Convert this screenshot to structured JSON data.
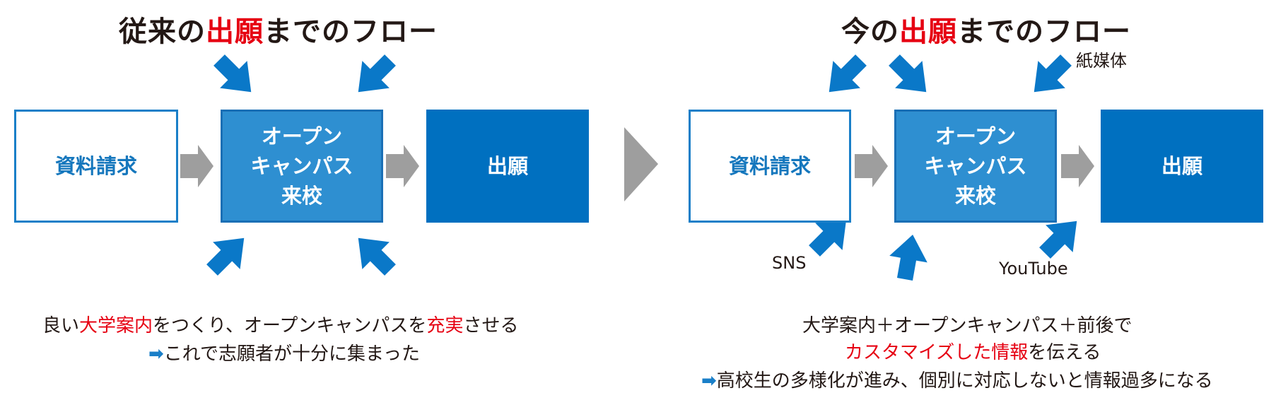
{
  "left": {
    "title_pre": "従来の",
    "title_highlight": "出願",
    "title_post": "までのフロー",
    "box1": "資料請求",
    "box2_line1": "オープン",
    "box2_line2": "キャンパス",
    "box2_line3": "来校",
    "box3": "出願",
    "caption_line1_pre": "良い",
    "caption_line1_red1": "大学案内",
    "caption_line1_mid": "をつくり、オープンキャンパスを",
    "caption_line1_red2": "充実",
    "caption_line1_post": "させる",
    "caption_line2_arrow": "➡",
    "caption_line2": "これで志願者が十分に集まった"
  },
  "right": {
    "title_pre": "今の",
    "title_highlight": "出願",
    "title_post": "までのフロー",
    "box1": "資料請求",
    "box2_line1": "オープン",
    "box2_line2": "キャンパス",
    "box2_line3": "来校",
    "box3": "出願",
    "label_paper": "紙媒体",
    "label_sns": "SNS",
    "label_youtube": "YouTube",
    "caption_line1": "大学案内＋オープンキャンパス＋前後で",
    "caption_line2_red": "カスタマイズした情報",
    "caption_line2_post": "を伝える",
    "caption_line3_arrow": "➡",
    "caption_line3": "高校生の多様化が進み、個別に対応しないと情報過多になる"
  },
  "colors": {
    "accent_blue": "#1a7fc8",
    "dark_blue": "#0070c0",
    "mid_blue": "#2e8fd1",
    "gray": "#9e9e9e",
    "red": "#e60012"
  }
}
